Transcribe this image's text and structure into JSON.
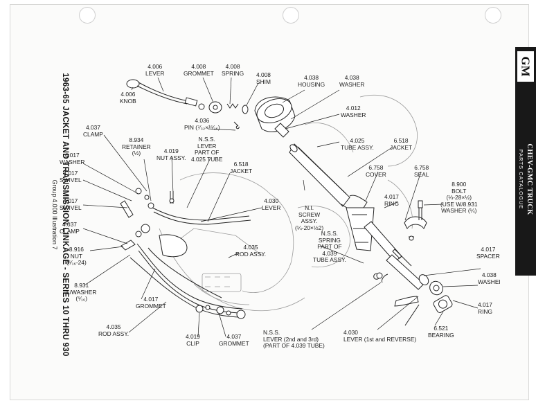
{
  "sheet": {
    "title": "1963-65 JACKET AND TRANSMISSION LINKAGE - SERIES 10 THRU 930",
    "subtitle": "Group 4.000 Illustration 7"
  },
  "brand_tab": {
    "logo": "GM",
    "line1": "CHEV-GMC TRUCK",
    "line2": "PARTS CATALOGUE"
  },
  "callouts": [
    {
      "id": "lever-4006",
      "num": "4.006",
      "name": "LEVER"
    },
    {
      "id": "knob-4006",
      "num": "4.006",
      "name": "KNOB"
    },
    {
      "id": "grommet-4008",
      "num": "4.008",
      "name": "GROMMET"
    },
    {
      "id": "spring-4008",
      "num": "4.008",
      "name": "SPRING"
    },
    {
      "id": "shim-4008",
      "num": "4.008",
      "name": "SHIM"
    },
    {
      "id": "housing-4038",
      "num": "4.038",
      "name": "HOUSING"
    },
    {
      "id": "washer-4038-top",
      "num": "4.038",
      "name": "WASHER"
    },
    {
      "id": "washer-4012",
      "num": "4.012",
      "name": "WASHER"
    },
    {
      "id": "pin-4036",
      "num": "4.036",
      "name": "PIN (⁷⁄₃₂×¹⁵⁄₁₆)"
    },
    {
      "id": "clamp-4037-top",
      "num": "4.037",
      "name": "CLAMP"
    },
    {
      "id": "retainer-8934",
      "num": "8.934",
      "name": "RETAINER",
      "extra": "(½)"
    },
    {
      "id": "nut-4019",
      "num": "4.019",
      "name": "NUT ASSY."
    },
    {
      "id": "nss-lever-top",
      "num": "N.S.S.",
      "name": "LEVER",
      "extra": "PART OF",
      "extra2": "4.025 TUBE"
    },
    {
      "id": "jacket-6518-left",
      "num": "6.518",
      "name": "JACKET"
    },
    {
      "id": "tube-4025",
      "num": "4.025",
      "name": "TUBE ASSY."
    },
    {
      "id": "jacket-6518-right",
      "num": "6.518",
      "name": "JACKET"
    },
    {
      "id": "washer-4017",
      "num": "4.017",
      "name": "WASHER"
    },
    {
      "id": "swivel-4017-a",
      "num": "4.017",
      "name": "SWIVEL"
    },
    {
      "id": "swivel-4017-b",
      "num": "4.017",
      "name": "SWIVEL"
    },
    {
      "id": "clamp-4037-left",
      "num": "4.037",
      "name": "CLAMP"
    },
    {
      "id": "nut-8916",
      "num": "8.916",
      "name": "NUT",
      "extra": "(⁵⁄₁₆-24)"
    },
    {
      "id": "lwasher-8931",
      "num": "8.931",
      "name": "L/WASHER",
      "extra": "(⁵⁄₁₆)"
    },
    {
      "id": "cover-6758",
      "num": "6.758",
      "name": "COVER"
    },
    {
      "id": "seal-6758",
      "num": "6.758",
      "name": "SEAL"
    },
    {
      "id": "ring-4017-top",
      "num": "4.017",
      "name": "RING"
    },
    {
      "id": "screw-nl",
      "num": "N.I.",
      "name": "SCREW",
      "extra": "ASSY.",
      "extra2": "(¼-20×½2)"
    },
    {
      "id": "bolt-8900",
      "num": "8.900",
      "name": "BOLT",
      "extra": "(⅓-28×½)",
      "extra2": "(USE W/8.931",
      "extra3": "WASHER (¼)"
    },
    {
      "id": "lever-4030-mid",
      "num": "4.030",
      "name": "LEVER"
    },
    {
      "id": "rod-4035-mid",
      "num": "4.035",
      "name": "ROD ASSY."
    },
    {
      "id": "nss-spring",
      "num": "N.S.S.",
      "name": "SPRING",
      "extra": "PART OF",
      "extra2": "4.039",
      "extra3": "TUBE ASSY."
    },
    {
      "id": "spacer-4017",
      "num": "4.017",
      "name": "SPACER"
    },
    {
      "id": "washer-4038-right",
      "num": "4.038",
      "name": "WASHEI"
    },
    {
      "id": "ring-4017-right",
      "num": "4.017",
      "name": "RING"
    },
    {
      "id": "bearing-6521",
      "num": "6.521",
      "name": "BEARING"
    },
    {
      "id": "grommet-4017",
      "num": "4.017",
      "name": "GROMMET"
    },
    {
      "id": "rod-4035-bottom",
      "num": "4.035",
      "name": "ROD ASSY."
    },
    {
      "id": "clip-4019",
      "num": "4.019",
      "name": "CLIP"
    },
    {
      "id": "grommet-4037",
      "num": "4.037",
      "name": "GROMMET"
    },
    {
      "id": "nss-lever-bottom",
      "num": "N.S.S.",
      "name": "LEVER (2nd and 3rd)",
      "extra": "(PART OF 4.039 TUBE)"
    },
    {
      "id": "lever-4030-bottom",
      "num": "4.030",
      "name": "LEVER (1st and REVERSE)"
    }
  ]
}
